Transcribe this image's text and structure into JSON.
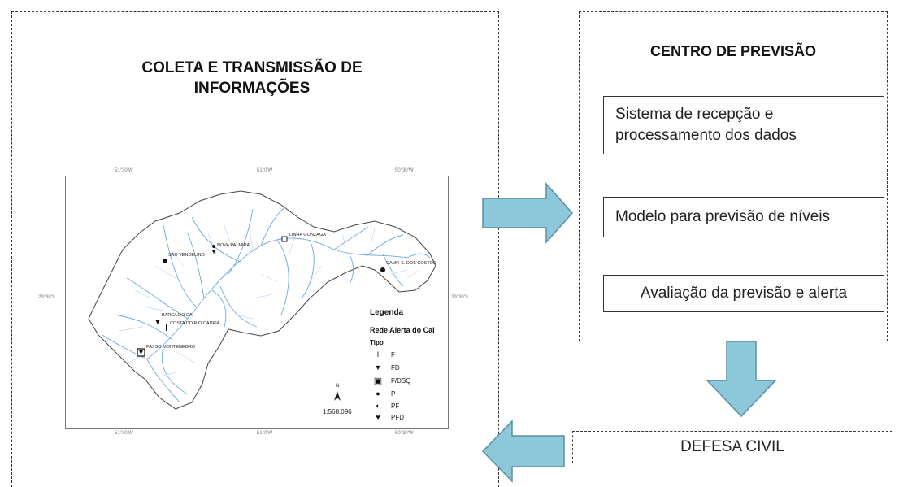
{
  "left_panel": {
    "title_line1": "COLETA E TRANSMISSÃO DE",
    "title_line2": "INFORMAÇÕES"
  },
  "map": {
    "coords": {
      "top": [
        "51°30'W",
        "51°0'W",
        "50°30'W"
      ],
      "bottom": [
        "51°30'W",
        "51°0'W",
        "50°30'W"
      ],
      "left": "29°30'S",
      "right": "29°30'S"
    },
    "stations": {
      "sao_vendelino": "SAO VENDELINO",
      "nova_palmira": "NOVA PALMIRA",
      "linha_gonzaga": "LINHA GONZAGA",
      "camp_dos_costos": "CAMP. S. DOS COSTOS",
      "barca_do_cai": "BARCA DO CAI",
      "costa_do_rio_cadeia": "COSTA DO RIO CADEIA",
      "passo_montenegro": "PASSO MONTENEGRO"
    },
    "scale": "1:568.096",
    "north": "N",
    "legend": {
      "title": "Legenda",
      "subtitle": "Rede Alerta do Cai",
      "type_label": "Tipo",
      "items": [
        {
          "symbol": "I",
          "label": "F"
        },
        {
          "symbol": "▼",
          "label": "FD"
        },
        {
          "symbol": "▣",
          "label": "F/DSQ"
        },
        {
          "symbol": "●",
          "label": "P"
        },
        {
          "symbol": "◐",
          "label": "PF"
        },
        {
          "symbol": "♥",
          "label": "PFD"
        }
      ]
    }
  },
  "right_panel": {
    "title": "CENTRO DE PREVISÃO",
    "box1_line1": "Sistema de recepção e",
    "box1_line2": "processamento dos dados",
    "box2": "Modelo para previsão de níveis",
    "box3": "Avaliação da previsão e alerta"
  },
  "defesa_civil": "DEFESA CIVIL",
  "colors": {
    "arrow": "#8cc8d9",
    "arrow_stroke": "#5a8fa3",
    "river": "#6fa8dc",
    "basin_outline": "#444444"
  }
}
